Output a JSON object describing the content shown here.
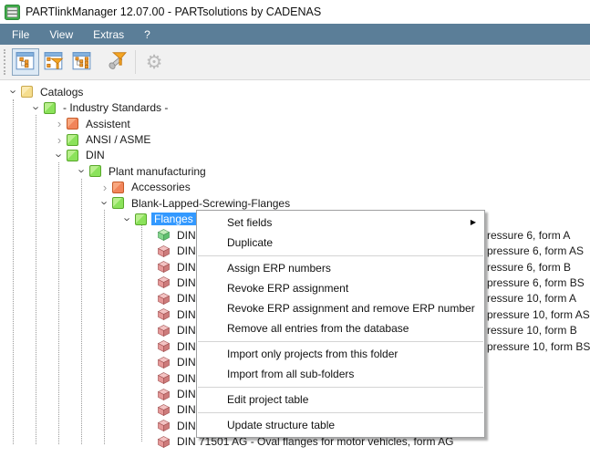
{
  "window": {
    "title": "PARTlinkManager 12.07.00 - PARTsolutions by CADENAS",
    "app_icon": "database-icon"
  },
  "menubar": {
    "items": [
      {
        "label": "File"
      },
      {
        "label": "View"
      },
      {
        "label": "Extras"
      },
      {
        "label": "?"
      }
    ]
  },
  "toolbar": {
    "buttons": [
      {
        "name": "catalog-structure-button",
        "icon": "window-tree-icon",
        "state": "active"
      },
      {
        "name": "filtered-structure-button",
        "icon": "window-filter-icon",
        "state": "normal"
      },
      {
        "name": "structure-list-button",
        "icon": "window-list-icon",
        "state": "normal"
      },
      {
        "name": "filter-tool-button",
        "icon": "funnel-screw-icon",
        "state": "normal"
      },
      {
        "name": "settings-button",
        "icon": "gear-icon",
        "state": "disabled"
      }
    ]
  },
  "tree": {
    "rows": [
      {
        "label": "Catalogs",
        "level": 0,
        "icon": "folder-yellow",
        "expander": "expanded"
      },
      {
        "label": "- Industry Standards -",
        "level": 1,
        "icon": "folder-green",
        "expander": "expanded"
      },
      {
        "label": "Assistent",
        "level": 2,
        "icon": "folder-orange",
        "expander": "collapsed"
      },
      {
        "label": "ANSI / ASME",
        "level": 2,
        "icon": "folder-green",
        "expander": "collapsed"
      },
      {
        "label": "DIN",
        "level": 2,
        "icon": "folder-green",
        "expander": "expanded"
      },
      {
        "label": "Plant manufacturing",
        "level": 3,
        "icon": "folder-green",
        "expander": "expanded"
      },
      {
        "label": "Accessories",
        "level": 4,
        "icon": "folder-orange",
        "expander": "collapsed"
      },
      {
        "label": "Blank-Lapped-Screwing-Flanges",
        "level": 4,
        "icon": "folder-green",
        "expander": "expanded"
      },
      {
        "label": "Flanges",
        "level": 5,
        "icon": "folder-green",
        "expander": "expanded",
        "selected": true
      },
      {
        "label": "DIN",
        "level": 6,
        "icon": "cube-green",
        "fragment": "ressure 6, form A"
      },
      {
        "label": "DIN",
        "level": 6,
        "icon": "cube-red",
        "fragment": "pressure 6, form AS"
      },
      {
        "label": "DIN",
        "level": 6,
        "icon": "cube-red",
        "fragment": "ressure 6, form B"
      },
      {
        "label": "DIN",
        "level": 6,
        "icon": "cube-red",
        "fragment": "pressure 6, form BS"
      },
      {
        "label": "DIN",
        "level": 6,
        "icon": "cube-red",
        "fragment": "ressure 10, form A"
      },
      {
        "label": "DIN",
        "level": 6,
        "icon": "cube-red",
        "fragment": "pressure 10, form AS"
      },
      {
        "label": "DIN",
        "level": 6,
        "icon": "cube-red",
        "fragment": "ressure 10, form B"
      },
      {
        "label": "DIN",
        "level": 6,
        "icon": "cube-red",
        "fragment": "pressure 10, form BS"
      },
      {
        "label": "DIN",
        "level": 6,
        "icon": "cube-red"
      },
      {
        "label": "DIN",
        "level": 6,
        "icon": "cube-red"
      },
      {
        "label": "DIN",
        "level": 6,
        "icon": "cube-red"
      },
      {
        "label": "DIN",
        "level": 6,
        "icon": "cube-red"
      },
      {
        "label": "DIN",
        "level": 6,
        "icon": "cube-red"
      },
      {
        "label": "DIN 71501 AG - Oval flanges for motor vehicles, form AG",
        "level": 6,
        "icon": "cube-red"
      }
    ]
  },
  "context_menu": {
    "items": [
      {
        "label": "Set fields",
        "submenu": true
      },
      {
        "label": "Duplicate"
      },
      {
        "separator": true
      },
      {
        "label": "Assign ERP numbers"
      },
      {
        "label": "Revoke ERP assignment"
      },
      {
        "label": "Revoke ERP assignment and remove ERP number"
      },
      {
        "label": "Remove all entries from the database"
      },
      {
        "separator": true
      },
      {
        "label": "Import only projects from this folder"
      },
      {
        "label": "Import from all sub-folders"
      },
      {
        "separator": true
      },
      {
        "label": "Edit project table"
      },
      {
        "separator": true
      },
      {
        "label": "Update structure table"
      }
    ]
  },
  "colors": {
    "menubar_bg": "#5b7e98",
    "toolbar_bg": "#f1f1f1",
    "selection_bg": "#3399ff",
    "selection_text": "#ffffff",
    "folder_yellow": "#f5dd8e",
    "folder_green": "#8be25b",
    "folder_orange": "#f1845a",
    "cube_green_top": "#c2ecba",
    "cube_green_left": "#84d68c",
    "cube_green_right": "#5fbf6f",
    "cube_red_top": "#f3c3c3",
    "cube_red_left": "#e59898",
    "cube_red_right": "#cd7b7b",
    "accent_orange": "#f5a623"
  }
}
